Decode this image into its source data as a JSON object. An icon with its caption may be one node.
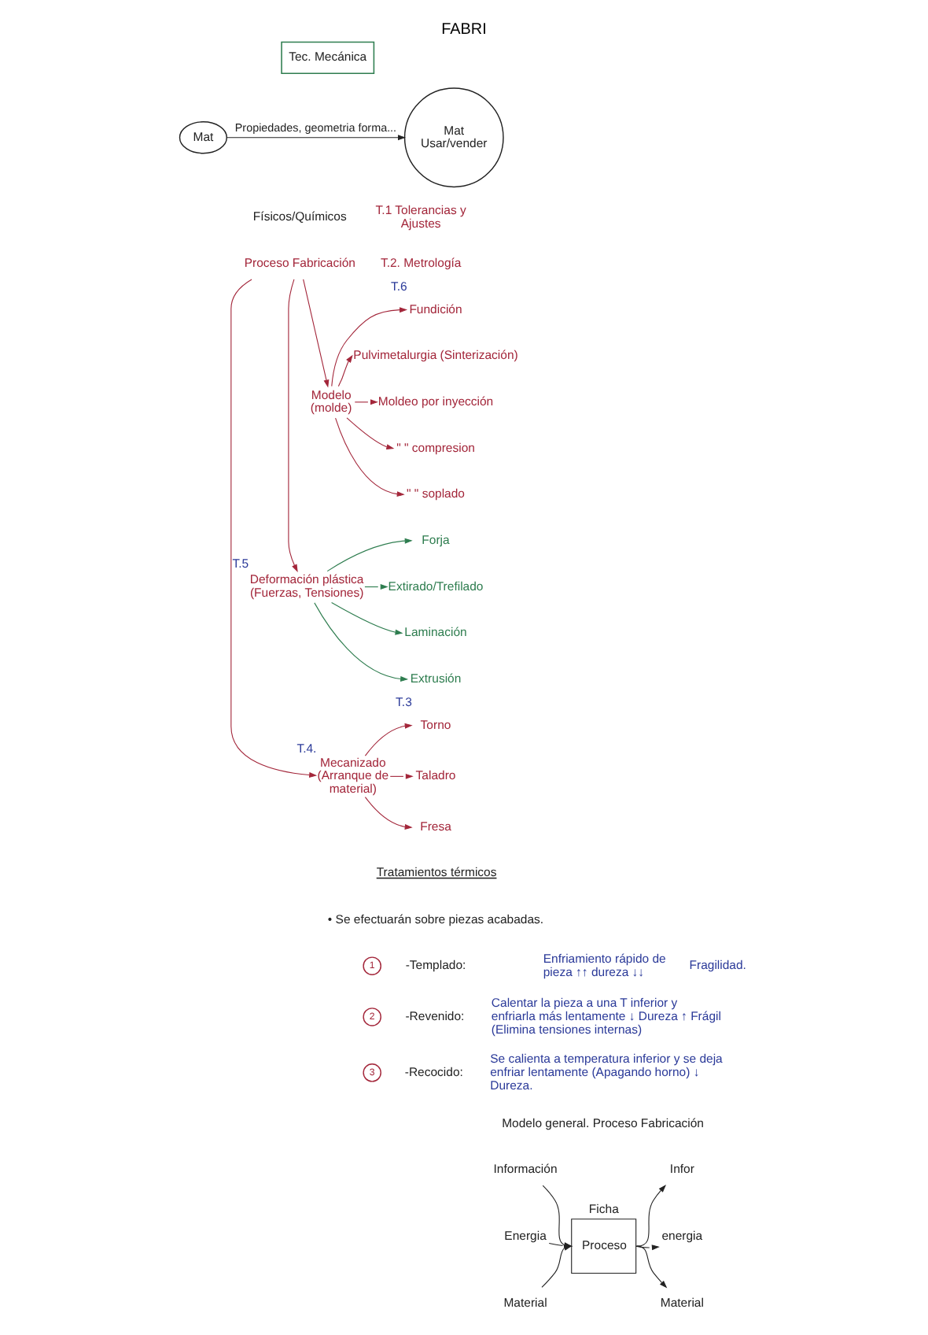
{
  "diagram": {
    "title": "FABRI",
    "nodes": [
      {
        "text": [
          "Tec. Mecánica"
        ]
      },
      {
        "text": [
          "Mat"
        ]
      },
      {
        "text": [
          "Mat",
          "Usar/vender"
        ]
      },
      {
        "text": [
          "Proceso Fabricación"
        ]
      },
      {
        "text": [
          "Modelo (molde)"
        ]
      },
      {
        "text": [
          "Fundición"
        ],
        "beside": [
          "T.6"
        ]
      },
      {
        "text": [
          "Pulvimetalurgia (Sinterización)"
        ]
      },
      {
        "text": [
          "Moldeo por inyección"
        ]
      },
      {
        "text": [
          "\" \" compresion"
        ]
      },
      {
        "text": [
          "\" \" soplado"
        ]
      },
      {
        "text": [
          "Deformación plástica (Fuerzas, Tensiones)"
        ],
        "beside": [
          "T.5"
        ]
      },
      {
        "text": [
          "Forja"
        ]
      },
      {
        "text": [
          "Extirado/Trefilado"
        ]
      },
      {
        "text": [
          "Laminación"
        ]
      },
      {
        "text": [
          "Extrusión"
        ]
      },
      {
        "text": [
          "Mecanizado (Arranque de material)"
        ],
        "beside": [
          "T.4."
        ]
      },
      {
        "text": [
          "Torno"
        ],
        "beside": [
          "T.3"
        ]
      },
      {
        "text": [
          "Taladro"
        ]
      },
      {
        "text": [
          "Fresa"
        ]
      },
      {
        "text": [
          "1"
        ]
      },
      {
        "text": [
          "2"
        ]
      },
      {
        "text": [
          "3"
        ]
      },
      {
        "text": [
          "Información"
        ]
      },
      {
        "text": [
          "Energia"
        ]
      },
      {
        "text": [
          "Material"
        ]
      },
      {
        "text": [
          "Ficha",
          "Proceso"
        ]
      },
      {
        "text": [
          "Infor"
        ]
      },
      {
        "text": [
          "energia"
        ]
      },
      {
        "text": [
          "Material"
        ]
      }
    ],
    "edges": [
      {
        "from": 1,
        "to": 2,
        "arrow": "to",
        "label": "Propiedades, geometria forma...",
        "color": "#222222"
      },
      {
        "from": 3,
        "to": 4,
        "arrow": "to"
      },
      {
        "from": 3,
        "to": 10,
        "arrow": "to"
      },
      {
        "from": 3,
        "to": 15,
        "arrow": "to"
      },
      {
        "from": 4,
        "to": 5,
        "arrow": "to"
      },
      {
        "from": 4,
        "to": 6,
        "arrow": "to"
      },
      {
        "from": 4,
        "to": 7,
        "arrow": "to"
      },
      {
        "from": 4,
        "to": 8,
        "arrow": "to"
      },
      {
        "from": 4,
        "to": 9,
        "arrow": "to"
      },
      {
        "from": 10,
        "to": 11,
        "arrow": "to",
        "color": "#2e7d4f"
      },
      {
        "from": 10,
        "to": 12,
        "arrow": "to",
        "color": "#2e7d4f"
      },
      {
        "from": 10,
        "to": 13,
        "arrow": "to",
        "color": "#2e7d4f"
      },
      {
        "from": 10,
        "to": 14,
        "arrow": "to",
        "color": "#2e7d4f"
      },
      {
        "from": 15,
        "to": 16,
        "arrow": "to"
      },
      {
        "from": 15,
        "to": 17,
        "arrow": "to"
      },
      {
        "from": 15,
        "to": 18,
        "arrow": "to"
      },
      {
        "from": 22,
        "to": 25,
        "arrow": "to",
        "color": "#222222"
      },
      {
        "from": 23,
        "to": 25,
        "arrow": "to",
        "color": "#222222"
      },
      {
        "from": 24,
        "to": 25,
        "arrow": "to",
        "color": "#222222"
      },
      {
        "from": 25,
        "to": 26,
        "arrow": "to",
        "color": "#222222"
      },
      {
        "from": 25,
        "to": 27,
        "arrow": "to",
        "color": "#222222"
      },
      {
        "from": 25,
        "to": 28,
        "arrow": "to",
        "color": "#222222"
      }
    ],
    "labels": [
      "Físicos/Químicos",
      "T.1 Tolerancias y Ajustes",
      "T.2. Metrología",
      "Tratamientos térmicos",
      "• Se efectuarán sobre piezas acabadas.",
      "-Templado:",
      "Enfriamiento rápido de pieza ↑↑ dureza ↓↓",
      "Fragilidad.",
      "-Revenido:",
      "Calentar la pieza a una T inferior y enfriarla más lentamente ↓ Dureza ↑ Frágil (Elimina tensiones internas)",
      "-Recocido:",
      "Se calienta a temperatura inferior y se deja enfriar lentamente (Apagando horno) ↓ Dureza.",
      "Modelo general. Proceso Fabricación"
    ]
  }
}
